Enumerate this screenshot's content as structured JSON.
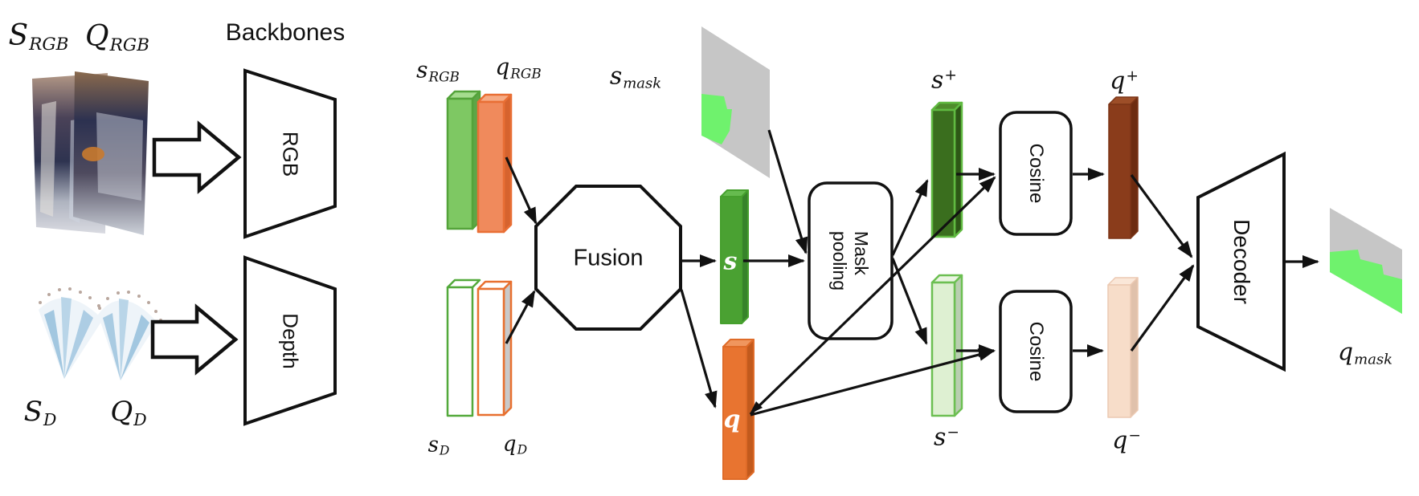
{
  "nodes": {
    "backbones_heading": "Backbones",
    "rgb_backbone": "RGB",
    "depth_backbone": "Depth",
    "fusion": "Fusion",
    "mask_pooling": [
      "Mask",
      "pooling"
    ],
    "cosine_top": "Cosine",
    "cosine_bottom": "Cosine",
    "decoder": "Decoder"
  },
  "math_labels": {
    "support_rgb": {
      "base": "S",
      "sub": "RGB"
    },
    "query_rgb": {
      "base": "Q",
      "sub": "RGB"
    },
    "support_depth": {
      "base": "S",
      "sub": "D"
    },
    "query_depth": {
      "base": "Q",
      "sub": "D"
    },
    "s_rgb": {
      "base": "s",
      "sub": "RGB"
    },
    "q_rgb": {
      "base": "q",
      "sub": "RGB"
    },
    "s_d": {
      "base": "s",
      "sub": "D"
    },
    "q_d": {
      "base": "q",
      "sub": "D"
    },
    "s_mask": {
      "base": "s",
      "sub": "mask"
    },
    "q_mask": {
      "base": "q",
      "sub": "mask"
    },
    "s": "s",
    "q": "q",
    "s_plus": {
      "base": "s",
      "sup": "+"
    },
    "q_plus": {
      "base": "q",
      "sup": "+"
    },
    "s_minus": {
      "base": "s",
      "sup": "−"
    },
    "q_minus": {
      "base": "q",
      "sup": "−"
    }
  },
  "colors": {
    "line": "#111111",
    "bar_s_rgb_front": "#7ec863",
    "bar_s_rgb_border": "#54a33a",
    "bar_q_rgb_front": "#f08a5c",
    "bar_q_rgb_border": "#e96f35",
    "bar_s_d_front": "#ffffff",
    "bar_s_d_border": "#53a93b",
    "bar_q_d_front": "#ffffff",
    "bar_q_d_border": "#e8702f",
    "bar_s_front": "#4aa132",
    "bar_q_front": "#e87430",
    "bar_s_plus_front": "#3a6e1e",
    "bar_s_plus_border": "#60ba41",
    "bar_s_minus_front": "#def0d2",
    "bar_s_minus_border": "#6cbf52",
    "bar_q_plus_front": "#8a3c1b",
    "bar_q_minus_front": "#f7ddc9",
    "mask_gray": "#c6c6c6",
    "mask_green": "#6ff26d"
  }
}
